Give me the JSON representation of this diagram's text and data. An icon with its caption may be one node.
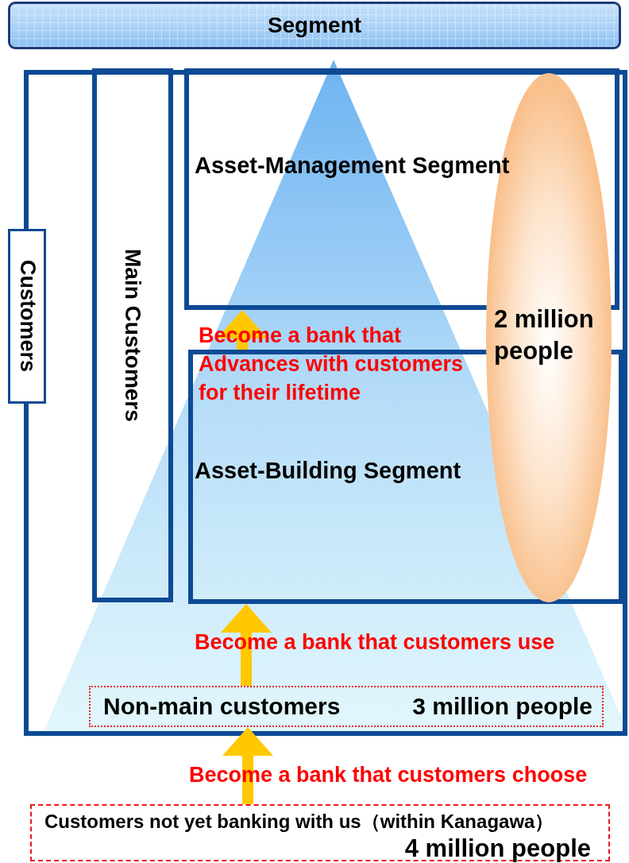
{
  "diagram": {
    "nodes": [
      {
        "text": [
          "Segment"
        ]
      },
      {
        "text": [
          "Customers"
        ]
      },
      {
        "text": [
          "Main Customers"
        ],
        "in": 1
      },
      {
        "text": [
          "Asset-Management Segment"
        ],
        "in": 1
      },
      {
        "text": [
          "Asset-Building Segment"
        ],
        "in": 1
      },
      {
        "text": [
          "2 million people"
        ],
        "in": 1
      },
      {
        "text": [
          "Non-main customers",
          "3 million people"
        ],
        "in": 1
      },
      {
        "text": [
          "Customers not yet banking with us（within Kanagawa）",
          "4 million people"
        ]
      }
    ],
    "edges": [
      {
        "from": 4,
        "to": 3,
        "arrow": "to",
        "label": "Become a bank that Advances with customers for their lifetime"
      },
      {
        "from": 6,
        "to": 4,
        "arrow": "to",
        "label": "Become a bank that customers use"
      },
      {
        "from": 7,
        "to": 6,
        "arrow": "to",
        "label": "Become a bank that customers choose"
      }
    ]
  }
}
